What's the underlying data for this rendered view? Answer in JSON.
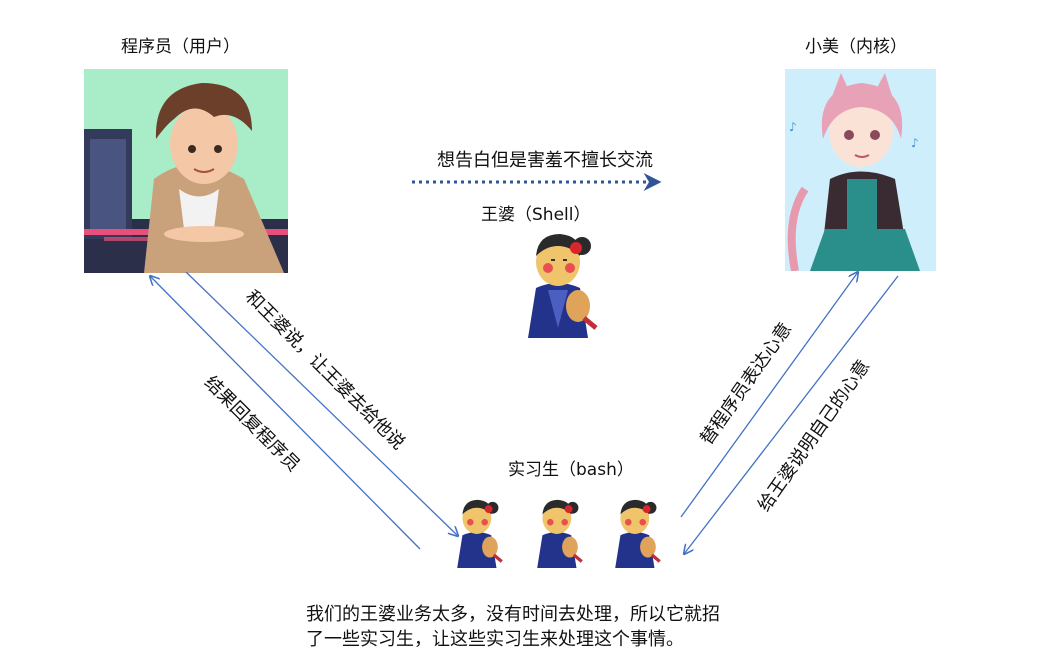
{
  "nodes": {
    "programmer": {
      "label": "程序员（用户）"
    },
    "xiaomei": {
      "label": "小美（内核）"
    },
    "wangpo": {
      "label": "王婆（Shell）"
    },
    "interns": {
      "label": "实习生（bash）"
    }
  },
  "edges": {
    "confess": {
      "label": "想告白但是害羞不擅长交流"
    },
    "tell_wangpo": {
      "label": "和王婆说，让王婆去给他说"
    },
    "result_back": {
      "label": "结果回复程序员"
    },
    "express": {
      "label": "替程序员表达心意"
    },
    "explain": {
      "label": "给王婆说明自己的心意"
    }
  },
  "note": {
    "line1": "我们的王婆业务太多，没有时间去处理，所以它就招",
    "line2": "了一些实习生，让这些实习生来处理这个事情。"
  },
  "colors": {
    "arrow": "#4472c4",
    "dotted_arrow": "#2f5597",
    "programmer_bg": "#a8ecc8",
    "xiaomei_bg": "#cfeefc"
  }
}
